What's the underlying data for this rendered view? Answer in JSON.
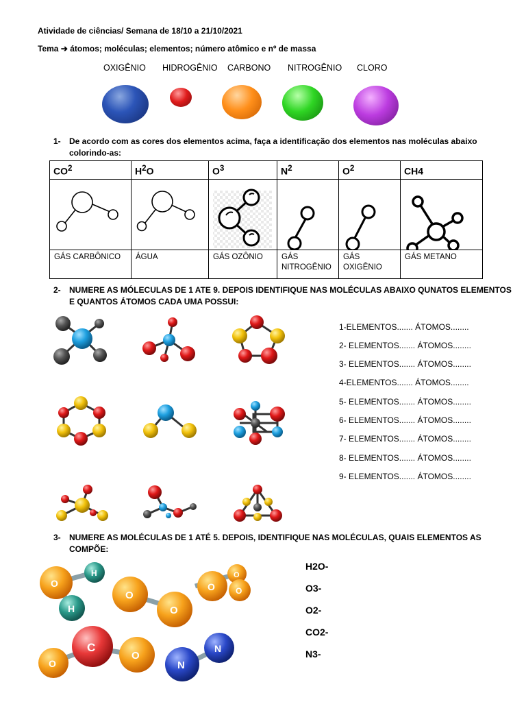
{
  "header": {
    "title": "Atividade de ciências/ Semana de 18/10 a 21/10/2021",
    "tema_prefix": "Tema",
    "tema_text": "átomos; moléculas; elementos; número atômico e nº de massa"
  },
  "elements": [
    {
      "name": "OXIGÊNIO",
      "color": "#1f3f8f"
    },
    {
      "name": "HIDROGÊNIO",
      "color": "#d01818"
    },
    {
      "name": "CARBONO",
      "color": "#f58a1a"
    },
    {
      "name": "NITROGÊNIO",
      "color": "#26c21e"
    },
    {
      "name": "CLORO",
      "color": "#b632d8"
    }
  ],
  "q1": {
    "number": "1-",
    "text_line1": "De acordo com as cores dos elementos acima, faça a identificação dos elementos nas moléculas abaixo",
    "text_line2": "colorindo-as:",
    "table": [
      {
        "formula_base": "CO",
        "formula_sup": "2",
        "formula_tail": "",
        "name": "GÁS CARBÔNICO"
      },
      {
        "formula_base": "H",
        "formula_sup": "2",
        "formula_tail": "O",
        "name": "ÁGUA"
      },
      {
        "formula_base": "O",
        "formula_sup": "3",
        "formula_tail": "",
        "name": "GÁS OZÔNIO"
      },
      {
        "formula_base": "N",
        "formula_sup": "2",
        "formula_tail": "",
        "name": "GÁS NITROGÊNIO"
      },
      {
        "formula_base": "O",
        "formula_sup": "2",
        "formula_tail": "",
        "name": "GÁS OXIGÊNIO"
      },
      {
        "formula_base": "CH4",
        "formula_sup": "",
        "formula_tail": "",
        "name": "GÁS METANO"
      }
    ]
  },
  "q2": {
    "number": "2-",
    "text_line1": "NUMERE AS MÓLECULAS DE 1 ATE 9. DEPOIS IDENTIFIQUE NAS MOLÉCULAS ABAIXO QUNATOS ELEMENTOS",
    "text_line2": "E QUANTOS ÁTOMOS CADA UMA POSSUI:",
    "answers": [
      "1-ELEMENTOS....... ÁTOMOS........",
      "2- ELEMENTOS....... ÁTOMOS........",
      "3- ELEMENTOS....... ÁTOMOS........",
      "4-ELEMENTOS....... ÁTOMOS........",
      "5- ELEMENTOS....... ÁTOMOS........",
      "6- ELEMENTOS....... ÁTOMOS........",
      "7- ELEMENTOS....... ÁTOMOS........",
      "8- ELEMENTOS....... ÁTOMOS........",
      "9- ELEMENTOS....... ÁTOMOS........"
    ]
  },
  "q3": {
    "number": "3-",
    "text_line1": "NUMERE AS MOLÉCULAS DE 1 ATÉ 5. DEPOIS, IDENTIFIQUE NAS MOLÉCULAS, QUAIS ELEMENTOS AS",
    "text_line2": "COMPÕE:",
    "formulas": [
      "H2O-",
      "O3-",
      "O2-",
      "CO2-",
      "N3-"
    ],
    "atom_letters": {
      "h": "H",
      "o": "O",
      "c": "C",
      "n": "N"
    }
  }
}
